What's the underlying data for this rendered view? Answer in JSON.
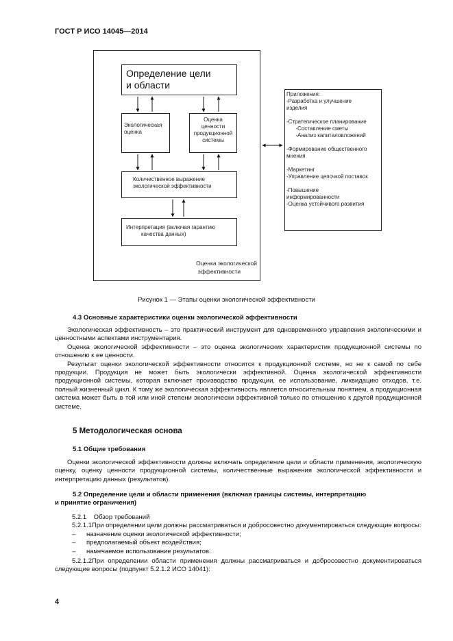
{
  "header": {
    "doc_id": "ГОСТ Р ИСО 14045—2014"
  },
  "figure": {
    "goal_box": [
      "Определение цели",
      "и области"
    ],
    "eco_box": [
      "Экологическая",
      "оценка"
    ],
    "value_box": [
      "Оценка",
      "ценности",
      "продукционной",
      "системы"
    ],
    "quant_box": [
      "Количественное выражение",
      "экологической эффективности"
    ],
    "interp_box": [
      "Интерпретация (включая гарантию",
      "качества данных)"
    ],
    "outer_label": [
      "Оценка экологической",
      "эффективности"
    ],
    "apps_lines": [
      "Приложения:",
      "-Разработка и улучшение",
      "изделия",
      "",
      "-Стратегическое планирование",
      "      -Составление сметы",
      "      -Анализ капиталовложений",
      "",
      "-Формирование общественного",
      "мнения",
      "",
      "-Маркетинг",
      "-Управление цепочкой поставок",
      "",
      "-Повышение",
      "информированности",
      "-Оценка устойчивого развития"
    ],
    "caption": "Рисунок 1 — Этапы оценки экологической эффективности"
  },
  "section_4_3": {
    "title": "4.3 Основные характеристики оценки экологической эффективности",
    "paragraphs": [
      "Экологическая эффективность – это практический инструмент для одновременного управления экологическими и ценностными аспектами инструментария.",
      "Оценка экологической эффективности – это оценка экологических характеристик продукционной системы по отношению к ее ценности.",
      "Результат оценки экологической эффективности относится к продукционной системе, но не к самой по себе продукции. Продукция не может быть экологически эффективной. Оценка экологической эффективности продукционной системы, которая включает производство продукции, ее использование, ликвидацию отходов, т.е. полный жизненный цикл. К тому же экологическая эффективность является относительным понятием, а продукционная система может быть в той или иной степени экологически эффективной только по отношению к другой продукционной системе."
    ]
  },
  "section_5": {
    "title": "5 Методологическая основа"
  },
  "section_5_1": {
    "title": "5.1 Общие требования",
    "paragraph": "Оценки экологической эффективности должны включать определение цели и области применения, экологическую оценку, оценку ценности продукционной системы, количественные выражения экологической эффективности и интерпретацию данных (результатов)."
  },
  "section_5_2": {
    "title_line1": "5.2 Определение цели и области применения (включая границы системы, интерпретацию",
    "title_line2": "и принятие ограничения)",
    "s5211_head": "5.2.1    Обзор требований",
    "s5211_text": "5.2.1.1При определении цели должны рассматриваться и добросовестно документироваться следующие вопросы:",
    "items": [
      "назначение оценки экологической эффективности;",
      "предполагаемый объект воздействия;",
      "намечаемое использование результатов."
    ],
    "bullet": "–",
    "s5212_text": "5.2.1.2При определении области применения должны рассматриваться и добросовестно документироваться следующие вопросы (подпункт 5.2.1.2 ИСО 14041):"
  },
  "page_number": "4"
}
